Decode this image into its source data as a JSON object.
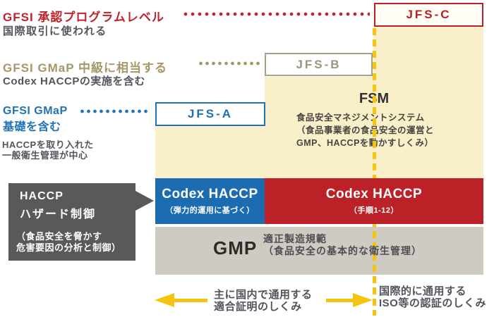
{
  "colors": {
    "red": "#bf232c",
    "blue": "#1b6cb1",
    "tan": "#a59767",
    "cream": "#f9efc8",
    "taupe": "#cfcbc3",
    "dark_gray_box": "#5a5858",
    "yellow": "#f5c40f",
    "text_gray": "#55545e"
  },
  "left_labels": {
    "level_c_title": "GFSI 承認プログラムレベル",
    "level_c_sub": "国際取引に使われる",
    "level_b_title": "GFSI GMaP 中級に相当する",
    "level_b_sub": "Codex HACCPの実施を含む",
    "level_a_title": "GFSI GMaP",
    "level_a_title2": "基礎を含む",
    "level_a_sub1": "HACCPを取り入れた",
    "level_a_sub2": "一般衛生管理が中心"
  },
  "jfs": {
    "c": "JFS-C",
    "b": "JFS-B",
    "a": "JFS-A"
  },
  "fsm": {
    "title": "FSM",
    "line1": "食品安全マネジメントシステム",
    "line2": "（食品事業者の食品安全の運営と",
    "line3": "GMP、HACCPを動かすしくみ）"
  },
  "codex": {
    "flexible": {
      "title": "Codex HACCP",
      "sub": "（弾力的運用に基づく）"
    },
    "standard": {
      "title": "Codex HACCP",
      "sub": "（手順1-12）"
    }
  },
  "gmp": {
    "title": "GMP",
    "line1": "適正製造規範",
    "line2": "（食品安全の基本的な衛生管理）"
  },
  "haccp_callout": {
    "title1": "HACCP",
    "title2": "ハザード制御",
    "sub1": "（食品安全を脅かす",
    "sub2": "危害要因の分析と制御）"
  },
  "footer": {
    "domestic_line1": "主に国内で通用する",
    "domestic_line2": "適合証明のしくみ",
    "international_line1": "国際的に通用する",
    "international_line2": "ISO等の認証のしくみ"
  }
}
